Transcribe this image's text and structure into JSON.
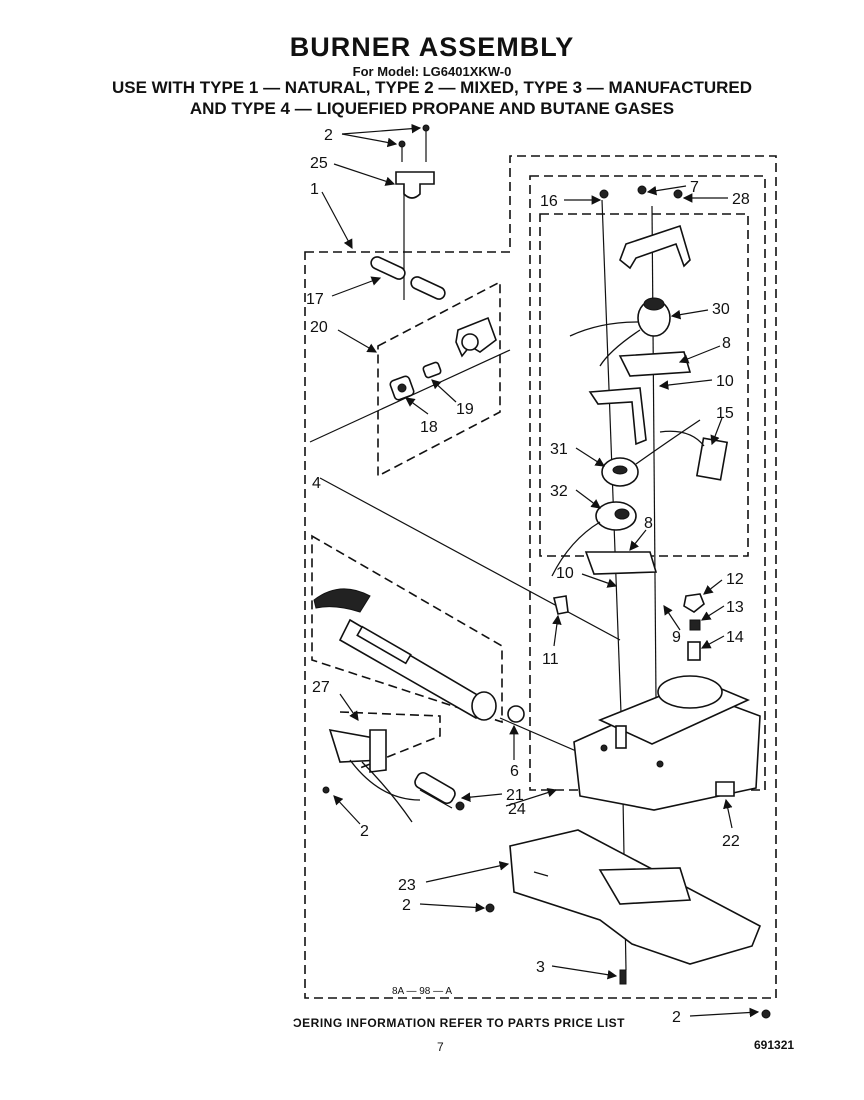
{
  "title": "BURNER ASSEMBLY",
  "model": "For Model: LG6401XKW-0",
  "subtitle_line1": "USE WITH TYPE 1 — NATURAL, TYPE 2 — MIXED, TYPE 3 — MANUFACTURED",
  "subtitle_line2": "AND TYPE 4 — LIQUEFIED PROPANE AND BUTANE GASES",
  "footer": "ƆERING INFORMATION REFER TO PARTS PRICE LIST",
  "page_number": "7",
  "document_number": "691321",
  "drawing_code": "8A — 98 — A",
  "callouts": [
    {
      "key": "c2a",
      "text": "2"
    },
    {
      "key": "c25",
      "text": "25"
    },
    {
      "key": "c1",
      "text": "1"
    },
    {
      "key": "c17",
      "text": "17"
    },
    {
      "key": "c20",
      "text": "20"
    },
    {
      "key": "c18",
      "text": "18"
    },
    {
      "key": "c19",
      "text": "19"
    },
    {
      "key": "c4",
      "text": "4"
    },
    {
      "key": "c27",
      "text": "27"
    },
    {
      "key": "c6",
      "text": "6"
    },
    {
      "key": "c21",
      "text": "21"
    },
    {
      "key": "c2b",
      "text": "2"
    },
    {
      "key": "c16",
      "text": "16"
    },
    {
      "key": "c7",
      "text": "7"
    },
    {
      "key": "c28",
      "text": "28"
    },
    {
      "key": "c30",
      "text": "30"
    },
    {
      "key": "c8a",
      "text": "8"
    },
    {
      "key": "c10a",
      "text": "10"
    },
    {
      "key": "c15",
      "text": "15"
    },
    {
      "key": "c31",
      "text": "31"
    },
    {
      "key": "c32",
      "text": "32"
    },
    {
      "key": "c8b",
      "text": "8"
    },
    {
      "key": "c10b",
      "text": "10"
    },
    {
      "key": "c11",
      "text": "11"
    },
    {
      "key": "c12",
      "text": "12"
    },
    {
      "key": "c13",
      "text": "13"
    },
    {
      "key": "c9",
      "text": "9"
    },
    {
      "key": "c14",
      "text": "14"
    },
    {
      "key": "c24",
      "text": "24"
    },
    {
      "key": "c22",
      "text": "22"
    },
    {
      "key": "c23",
      "text": "23"
    },
    {
      "key": "c2c",
      "text": "2"
    },
    {
      "key": "c3",
      "text": "3"
    },
    {
      "key": "c2d",
      "text": "2"
    }
  ]
}
